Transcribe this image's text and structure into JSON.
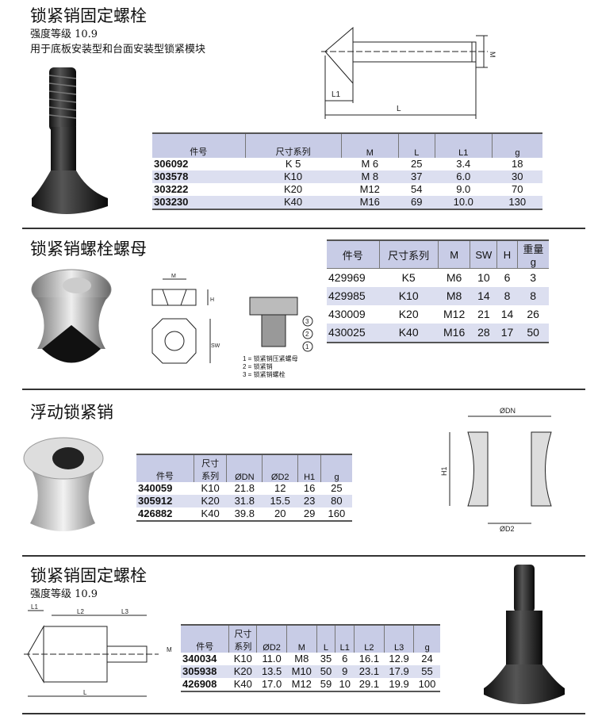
{
  "sections": [
    {
      "title": "锁紧销固定螺栓",
      "subtitle": "强度等级  10.9",
      "note": "用于底板安装型和台面安装型锁紧模块",
      "drawing_labels": {
        "m": "M",
        "l1": "L1",
        "l": "L"
      },
      "headers": [
        "件号",
        "尺寸系列",
        "M",
        "L",
        "L1",
        "g"
      ],
      "rows": [
        [
          "306092",
          "K 5",
          "M 6",
          "25",
          "3.4",
          "18"
        ],
        [
          "303578",
          "K10",
          "M 8",
          "37",
          "6.0",
          "30"
        ],
        [
          "303222",
          "K20",
          "M12",
          "54",
          "9.0",
          "70"
        ],
        [
          "303230",
          "K40",
          "M16",
          "69",
          "10.0",
          "130"
        ]
      ]
    },
    {
      "title": "锁紧销螺栓螺母",
      "drawing_labels": {
        "m": "M",
        "h": "H",
        "sw": "SW",
        "c1": "1",
        "c2": "2",
        "c3": "3"
      },
      "legend": [
        "1 = 锁紧销压紧螺母",
        "2 = 锁紧销",
        "3 = 锁紧销螺栓"
      ],
      "headers": [
        "件号",
        "尺寸系列",
        "M",
        "SW",
        "H",
        "重量\ng"
      ],
      "rows": [
        [
          "429969",
          "K5",
          "M6",
          "10",
          "6",
          "3"
        ],
        [
          "429985",
          "K10",
          "M8",
          "14",
          "8",
          "8"
        ],
        [
          "430009",
          "K20",
          "M12",
          "21",
          "14",
          "26"
        ],
        [
          "430025",
          "K40",
          "M16",
          "28",
          "17",
          "50"
        ]
      ]
    },
    {
      "title": "浮动锁紧销",
      "drawing_labels": {
        "dn": "ØDN",
        "d2": "ØD2",
        "h1": "H1"
      },
      "headers": [
        "件号",
        "尺寸\n系列",
        "ØDN",
        "ØD2",
        "H1",
        "g"
      ],
      "rows": [
        [
          "340059",
          "K10",
          "21.8",
          "12",
          "16",
          "25"
        ],
        [
          "305912",
          "K20",
          "31.8",
          "15.5",
          "23",
          "80"
        ],
        [
          "426882",
          "K40",
          "39.8",
          "20",
          "29",
          "160"
        ]
      ]
    },
    {
      "title": "锁紧销固定螺栓",
      "subtitle": "强度等级  10.9",
      "drawing_labels": {
        "l1": "L1",
        "l2": "L2",
        "l3": "L3",
        "m": "M",
        "l": "L"
      },
      "headers": [
        "件号",
        "尺寸\n系列",
        "ØD2",
        "M",
        "L",
        "L1",
        "L2",
        "L3",
        "g"
      ],
      "rows": [
        [
          "340034",
          "K10",
          "11.0",
          "M8",
          "35",
          "6",
          "16.1",
          "12.9",
          "24"
        ],
        [
          "305938",
          "K20",
          "13.5",
          "M10",
          "50",
          "9",
          "23.1",
          "17.9",
          "55"
        ],
        [
          "426908",
          "K40",
          "17.0",
          "M12",
          "59",
          "10",
          "29.1",
          "19.9",
          "100"
        ]
      ]
    }
  ],
  "colors": {
    "header_bg": "#c8cce6",
    "alt_row_bg": "#dcdff0"
  }
}
